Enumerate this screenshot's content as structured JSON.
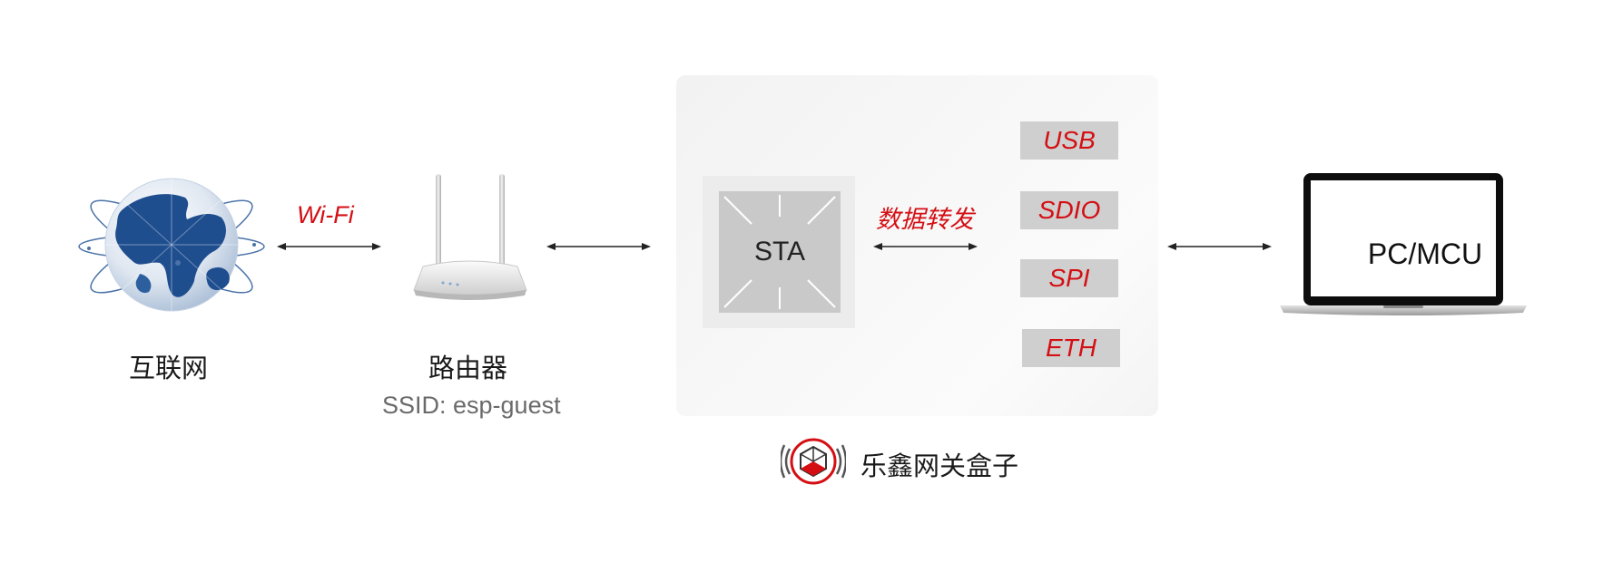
{
  "nodes": {
    "internet": {
      "label": "互联网"
    },
    "router": {
      "label": "路由器",
      "ssid": "SSID: esp-guest"
    },
    "gateway": {
      "label": "乐鑫网关盒子",
      "chip_label": "STA",
      "forward_label": "数据转发"
    },
    "host": {
      "label": "PC/MCU"
    }
  },
  "links": {
    "wifi_label": "Wi-Fi"
  },
  "interfaces": [
    "USB",
    "SDIO",
    "SPI",
    "ETH"
  ],
  "colors": {
    "accent_red": "#d40f14",
    "interface_box": "#cfcfcf",
    "panel": "#f4f4f4",
    "globe_blue": "#1f4e8f"
  },
  "icons": {
    "internet": "globe-icon",
    "router": "router-icon",
    "host": "laptop-icon",
    "brand": "espressif-logo-icon"
  }
}
